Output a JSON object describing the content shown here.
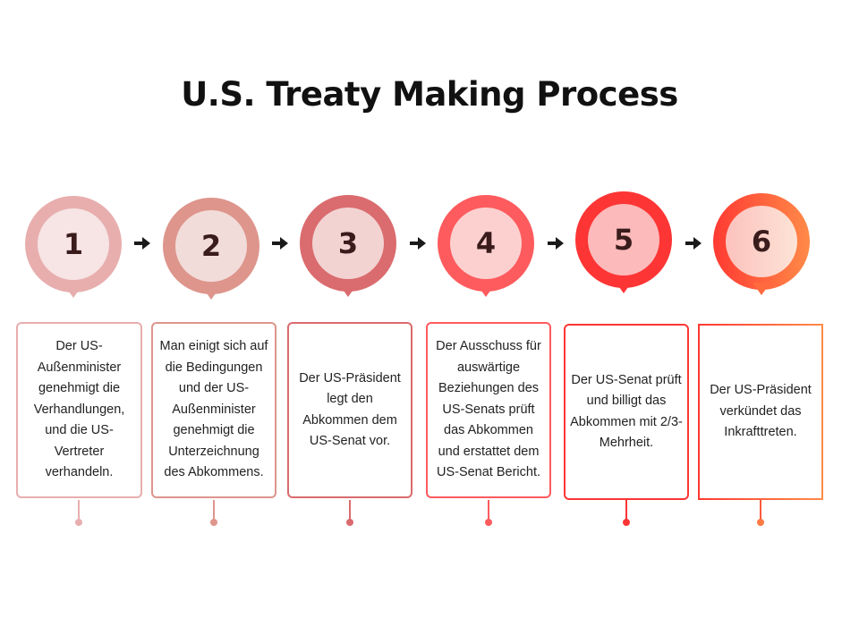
{
  "title": "U.S. Treaty Making Process",
  "steps": [
    {
      "number": "1",
      "text": "Der US-Außenminister genehmigt die Verhandlungen, und die US-Vertreter verhandeln.",
      "color": "#e8aeae",
      "inner": "#f7e4e4"
    },
    {
      "number": "2",
      "text": "Man einigt sich auf die Bedingungen und der US-Außenminister genehmigt die Unterzeichnung des Abkommens.",
      "color": "#dd958c",
      "inner": "#f2dcda"
    },
    {
      "number": "3",
      "text": "Der US-Präsident legt den Abkommen dem US-Senat vor.",
      "color": "#da6b6e",
      "inner": "#f2d3d2"
    },
    {
      "number": "4",
      "text": "Der Ausschuss für auswärtige Beziehungen des US-Senats prüft das Abkommen und erstattet dem US-Senat Bericht.",
      "color": "#fd5b5e",
      "inner": "#fdd0d0"
    },
    {
      "number": "5",
      "text": "Der US-Senat prüft und billigt das Abkommen mit 2/3-Mehrheit.",
      "color": "#fd3535",
      "inner": "#fcbaba"
    },
    {
      "number": "6",
      "text": "Der US-Präsident verkündet das Inkrafttreten.",
      "color": "#fb5a3c",
      "inner": "#fdd4cc"
    }
  ]
}
